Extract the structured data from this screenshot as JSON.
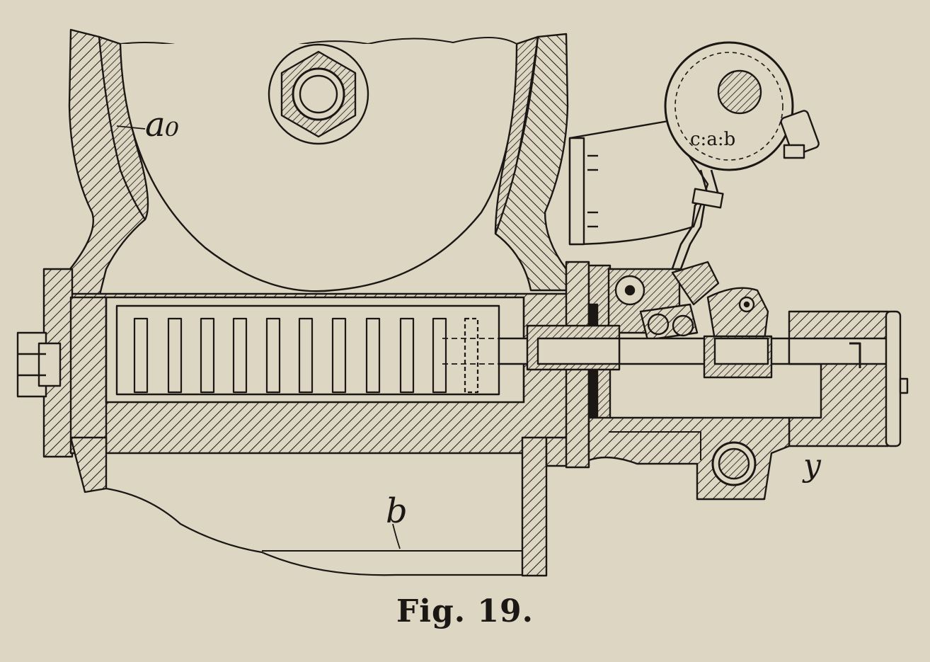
{
  "figure": {
    "caption": "Fig. 19.",
    "labels": {
      "a0": "a₀",
      "b": "b",
      "y": "y"
    },
    "colors": {
      "paper": "#ddd6c3",
      "ink": "#1a1714"
    }
  }
}
